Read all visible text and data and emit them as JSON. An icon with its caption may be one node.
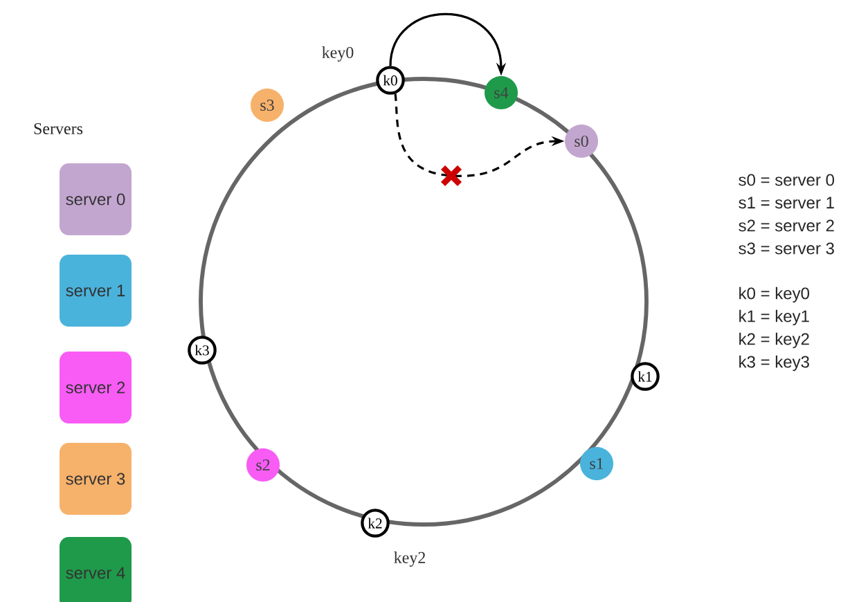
{
  "diagram": {
    "nodes": [
      {
        "text": [
          "server 0"
        ]
      },
      {
        "text": [
          "server 1"
        ]
      },
      {
        "text": [
          "server 2"
        ]
      },
      {
        "text": [
          "server 3"
        ]
      },
      {
        "text": [
          "server 4"
        ]
      },
      {
        "text": [
          "s0"
        ]
      },
      {
        "text": [
          "s1"
        ]
      },
      {
        "text": [
          "s2"
        ]
      },
      {
        "text": [
          "s3"
        ]
      },
      {
        "text": [
          "s4"
        ]
      },
      {
        "text": [
          "k0"
        ],
        "beside": [
          "key0"
        ]
      },
      {
        "text": [
          "k1"
        ]
      },
      {
        "text": [
          "k2"
        ],
        "beside": [
          "key2"
        ]
      },
      {
        "text": [
          "k3"
        ]
      }
    ],
    "edges": [
      {
        "from": 10,
        "to": 9,
        "arrow": "to"
      },
      {
        "from": 10,
        "to": 5,
        "arrow": "to",
        "style": "dashed"
      }
    ],
    "labels": [
      "Servers",
      "s0 = server 0",
      "s1 = server 1",
      "s2 = server 2",
      "s3 = server 3",
      "k0 = key0",
      "k1 = key1",
      "k2 = key2",
      "k3 = key3"
    ]
  }
}
